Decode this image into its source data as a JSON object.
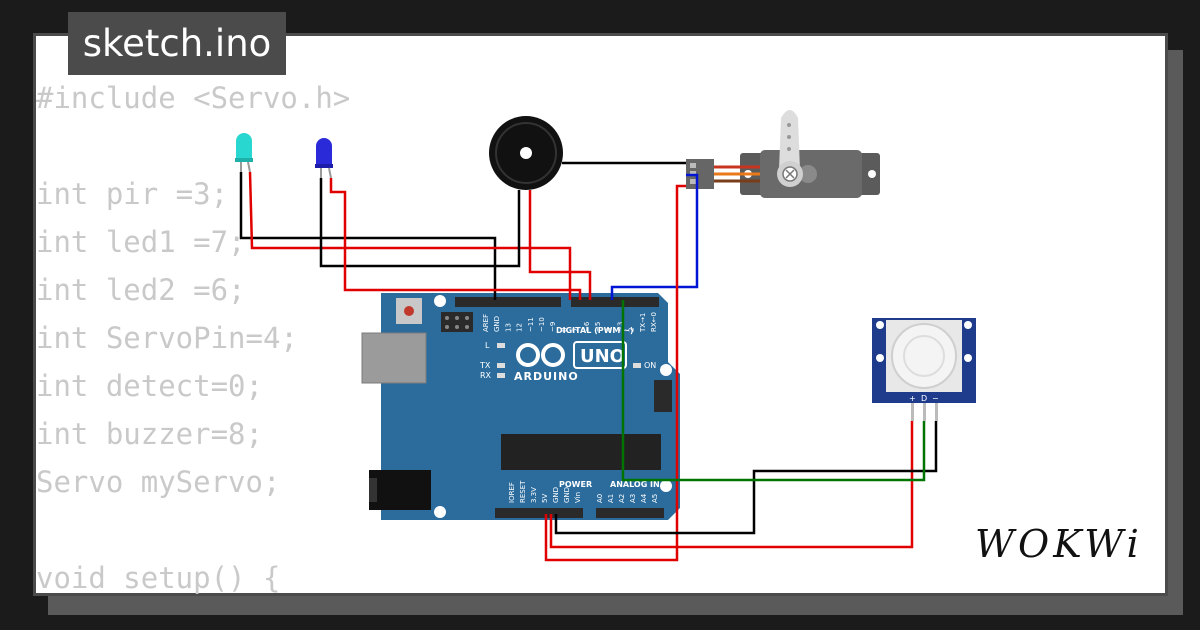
{
  "tab": {
    "title": "sketch.ino"
  },
  "code": {
    "lines": [
      "#include <Servo.h>",
      "",
      "int pir =3;",
      "int led1 =7;",
      "int led2 =6;",
      "int ServoPin=4;",
      "int detect=0;",
      "int buzzer=8;",
      "Servo myServo;",
      "",
      "void setup() {"
    ]
  },
  "board": {
    "logo": "ARDUINO",
    "model": "UNO",
    "digital_label": "DIGITAL (PWM ~)",
    "power_label": "POWER",
    "analog_label": "ANALOG IN",
    "on_label": "ON",
    "l_label": "L",
    "tx_label": "TX",
    "rx_label": "RX",
    "top_pins": [
      "AREF",
      "GND",
      "13",
      "12",
      "~11",
      "~10",
      "~9",
      "8",
      "7",
      "~6",
      "~5",
      "4",
      "~3",
      "2",
      "TX→1",
      "RX←0"
    ],
    "power_pins": [
      "IOREF",
      "RESET",
      "3.3V",
      "5V",
      "GND",
      "GND",
      "Vin"
    ],
    "analog_pins": [
      "A0",
      "A1",
      "A2",
      "A3",
      "A4",
      "A5"
    ]
  },
  "pir": {
    "pins": [
      "+",
      "D",
      "−"
    ]
  },
  "brand": {
    "logo": "WOKWi"
  },
  "colors": {
    "background": "#1b1b1b",
    "panel_border": "#4b4b4b",
    "board_blue": "#2b6c9d",
    "wire_red": "#e00000",
    "wire_black": "#000000",
    "wire_blue": "#0016d4",
    "wire_green": "#007400",
    "led_cyan": "#28d8d0",
    "led_blue": "#2a2ad8",
    "servo_gray": "#5b5b5b",
    "pir_blue": "#1f3c8c"
  }
}
